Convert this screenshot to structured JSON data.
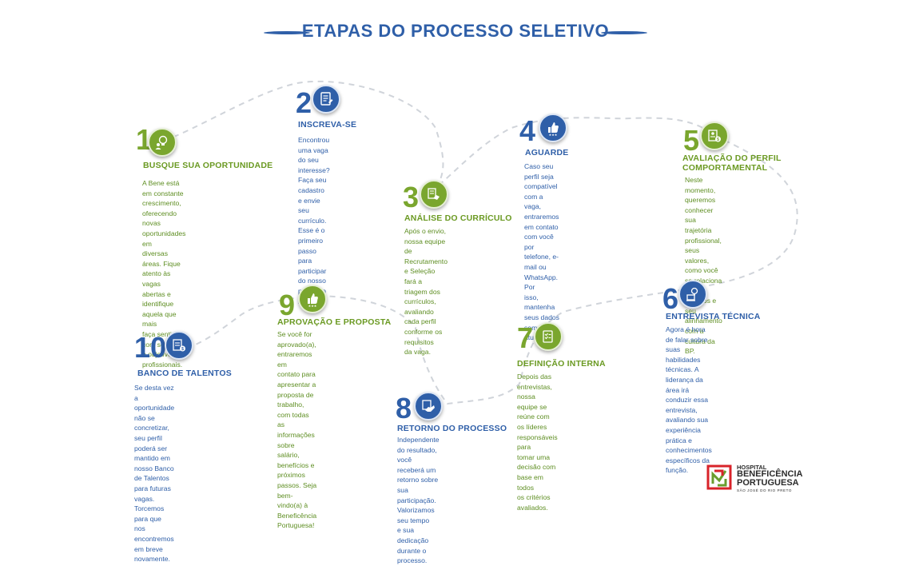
{
  "title": "ETAPAS DO PROCESSO SELETIVO",
  "colors": {
    "blue": "#2f5fa8",
    "green": "#7aa62e",
    "path": "#d0d4da"
  },
  "steps": [
    {
      "number": "1",
      "title": "BUSQUE SUA OPORTUNIDADE",
      "icon": "lightbulb-person-icon",
      "color": "green",
      "lines": [
        "A Bene está em constante crescimento,",
        "oferecendo novas oportunidades em",
        "diversas áreas. Fique atento às vagas",
        "abertas e identifique aquela que mais",
        "faça sentido com seu perfil e objetivos",
        "profissionais."
      ]
    },
    {
      "number": "2",
      "title": "INSCREVA-SE",
      "icon": "document-form-icon",
      "color": "blue",
      "lines": [
        "Encontrou uma vaga do seu interesse?",
        "Faça seu cadastro e envie seu currículo.",
        "Esse é o primeiro passo para participar",
        "do nosso processo seletivo."
      ]
    },
    {
      "number": "3",
      "title": "ANÁLISE DO CURRÍCULO",
      "icon": "resume-handshake-icon",
      "color": "green",
      "lines": [
        "Após o envio, nossa equipe de",
        "Recrutamento e Seleção fará a",
        "triagem dos currículos, avaliando",
        "cada perfil conforme os requisitos",
        "da vaga."
      ]
    },
    {
      "number": "4",
      "title": "AGUARDE",
      "icon": "thumbs-up-rating-icon",
      "color": "blue",
      "lines": [
        "Caso seu perfil seja compatível com a",
        "vaga, entraremos em contato com você",
        "por telefone, e-mail ou WhatsApp. Por",
        "isso, mantenha seus dados sempre",
        "atualizados."
      ]
    },
    {
      "number": "5",
      "title": "AVALIAÇÃO DO PERFIL",
      "title2": "COMPORTAMENTAL",
      "icon": "profile-money-icon",
      "color": "green",
      "lines": [
        "Neste momento, queremos",
        "conhecer sua trajetória",
        "profissional, seus valores,",
        "como você se relaciona com",
        "desafios e seu alinhamento",
        "com a cultura da BP."
      ]
    },
    {
      "number": "6",
      "title": "ENTREVISTA TÉCNICA",
      "icon": "idea-laptop-icon",
      "color": "blue",
      "lines": [
        "Agora é hora de falar sobre suas",
        "habilidades técnicas. A liderança da",
        "área irá conduzir essa entrevista,",
        "avaliando sua experiência prática e",
        "conhecimentos específicos da função."
      ]
    },
    {
      "number": "7",
      "title": "DEFINIÇÃO INTERNA",
      "icon": "checklist-icon",
      "color": "green",
      "lines": [
        "Depois das entrevistas, nossa equipe se",
        "reúne com os líderes responsáveis para",
        "tomar uma decisão com base em todos",
        "os critérios avaliados."
      ]
    },
    {
      "number": "8",
      "title": "RETORNO DO PROCESSO",
      "icon": "handshake-icon",
      "color": "blue",
      "lines": [
        "Independente do resultado, você",
        "receberá um retorno sobre sua",
        "participação. Valorizamos seu tempo",
        "e sua dedicação durante o processo."
      ]
    },
    {
      "number": "9",
      "title": "APROVAÇÃO E PROPOSTA",
      "icon": "approval-thumbs-up-icon",
      "color": "green",
      "lines": [
        "Se você for aprovado(a), entraremos em",
        "contato para apresentar a proposta de",
        "trabalho, com todas as informações sobre",
        "salário, benefícios e próximos passos. Seja",
        "bem-vindo(a) à Beneficência Portuguesa!"
      ]
    },
    {
      "number": "10",
      "title": "BANCO DE TALENTOS",
      "icon": "talent-bank-icon",
      "color": "blue",
      "lines": [
        "Se desta vez a oportunidade não se",
        "concretizar, seu perfil poderá ser",
        "mantido em nosso Banco de Talentos",
        "para futuras vagas. Torcemos para que",
        "nos encontremos em breve novamente."
      ]
    }
  ],
  "logo": {
    "line1": "HOSPITAL",
    "line2": "BENEFICÊNCIA",
    "line3": "PORTUGUESA",
    "line4": "SÃO JOSÉ DO RIO PRETO",
    "colors": {
      "red": "#d8232a",
      "green": "#6a9e2f"
    }
  }
}
